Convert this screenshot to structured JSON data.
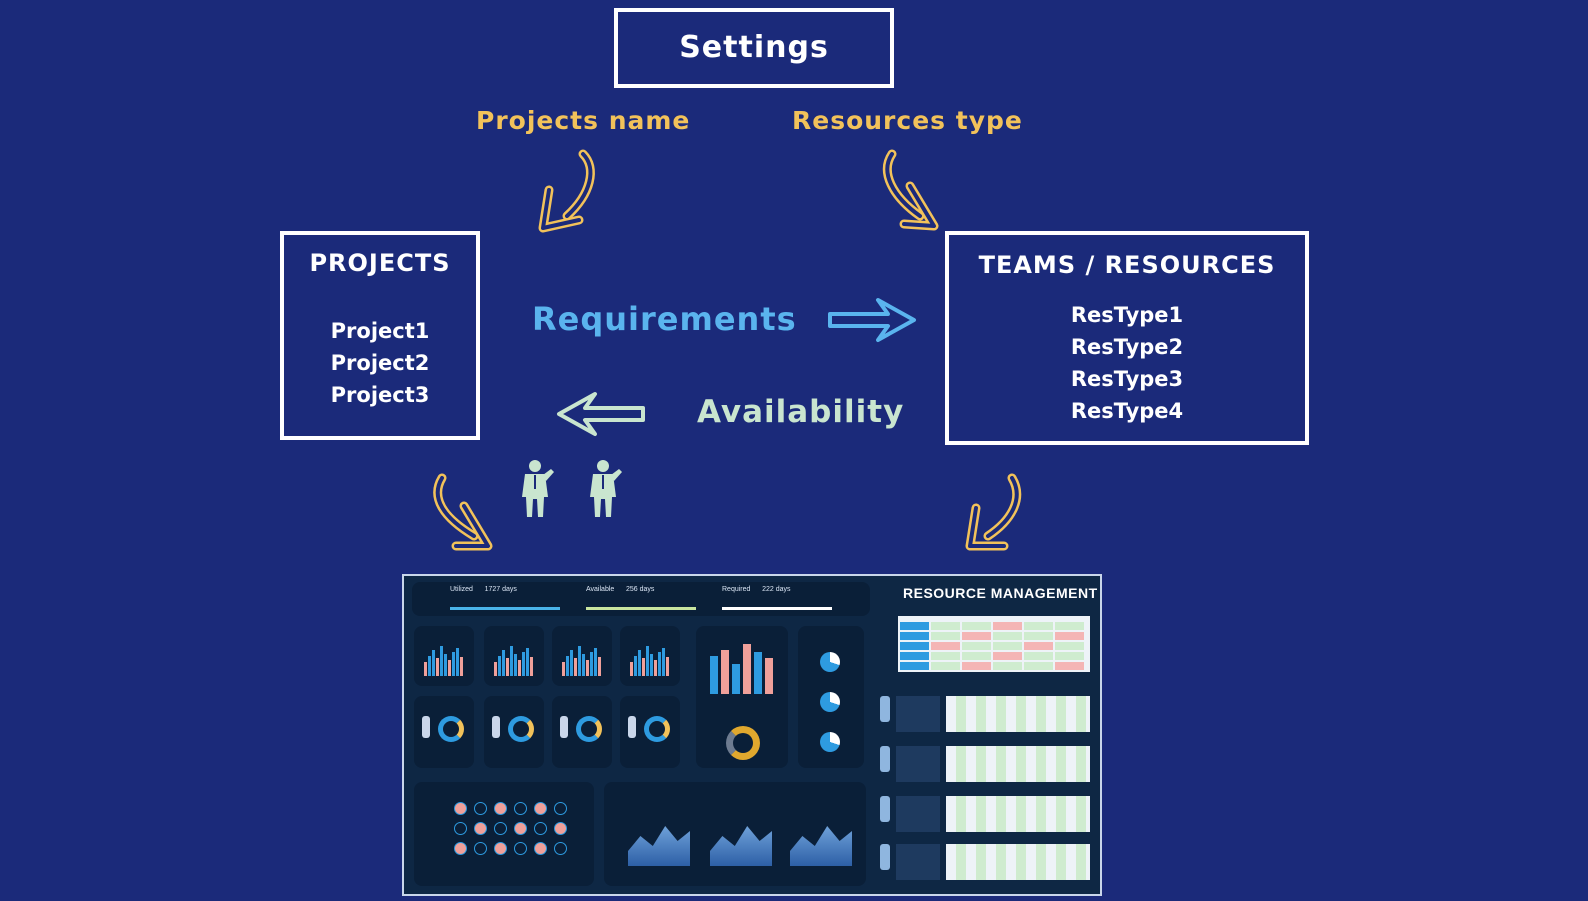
{
  "settings": {
    "title": "Settings"
  },
  "labels": {
    "projects_name": "Projects name",
    "resources_type": "Resources type"
  },
  "projects": {
    "heading": "PROJECTS",
    "items": [
      "Project1",
      "Project2",
      "Project3"
    ]
  },
  "resources": {
    "heading": "TEAMS / RESOURCES",
    "items": [
      "ResType1",
      "ResType2",
      "ResType3",
      "ResType4"
    ]
  },
  "flows": {
    "requirements": "Requirements",
    "availability": "Availability"
  },
  "dashboard": {
    "title": "RESOURCE MANAGEMENT",
    "kpis": [
      {
        "label": "Utilized",
        "value": "1727 days",
        "color": "#4ab3e8"
      },
      {
        "label": "Available",
        "value": "256 days",
        "color": "#c9e5a0"
      },
      {
        "label": "Required",
        "value": "222 days",
        "color": "#ffffff"
      }
    ]
  },
  "colors": {
    "background": "#1b2a7a",
    "yellow": "#f2c25a",
    "requirements": "#5ab4ee",
    "availability": "#c9e5cf",
    "figure": "#c9e5cf"
  }
}
